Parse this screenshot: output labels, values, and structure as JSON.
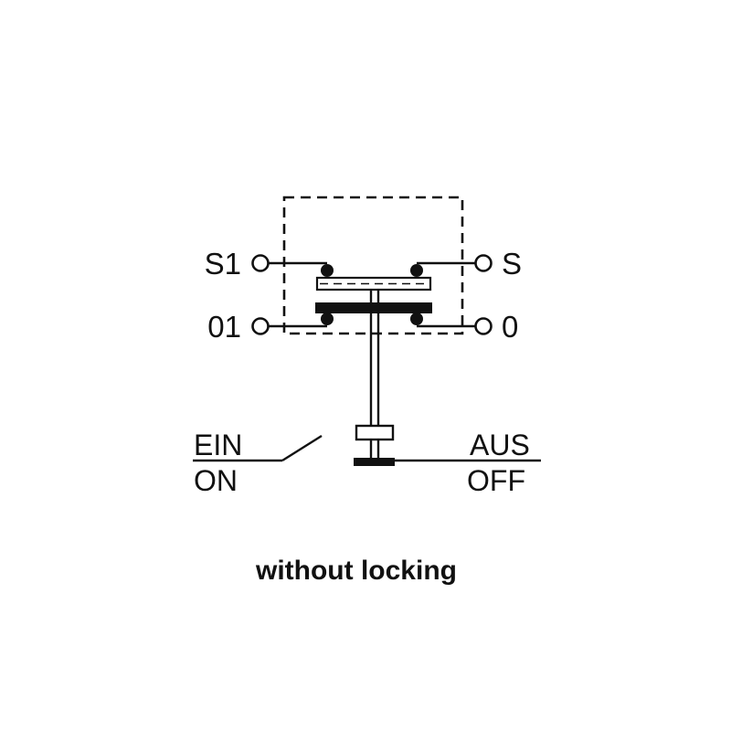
{
  "page": {
    "background": "#ffffff",
    "line_color": "#111111"
  },
  "diagram": {
    "terminals": {
      "top_left": "S1",
      "top_right": "S",
      "bottom_left": "01",
      "bottom_right": "0"
    },
    "positions": {
      "on_de": "EIN",
      "on_en": "ON",
      "off_de": "AUS",
      "off_en": "OFF"
    },
    "caption": "without locking"
  }
}
